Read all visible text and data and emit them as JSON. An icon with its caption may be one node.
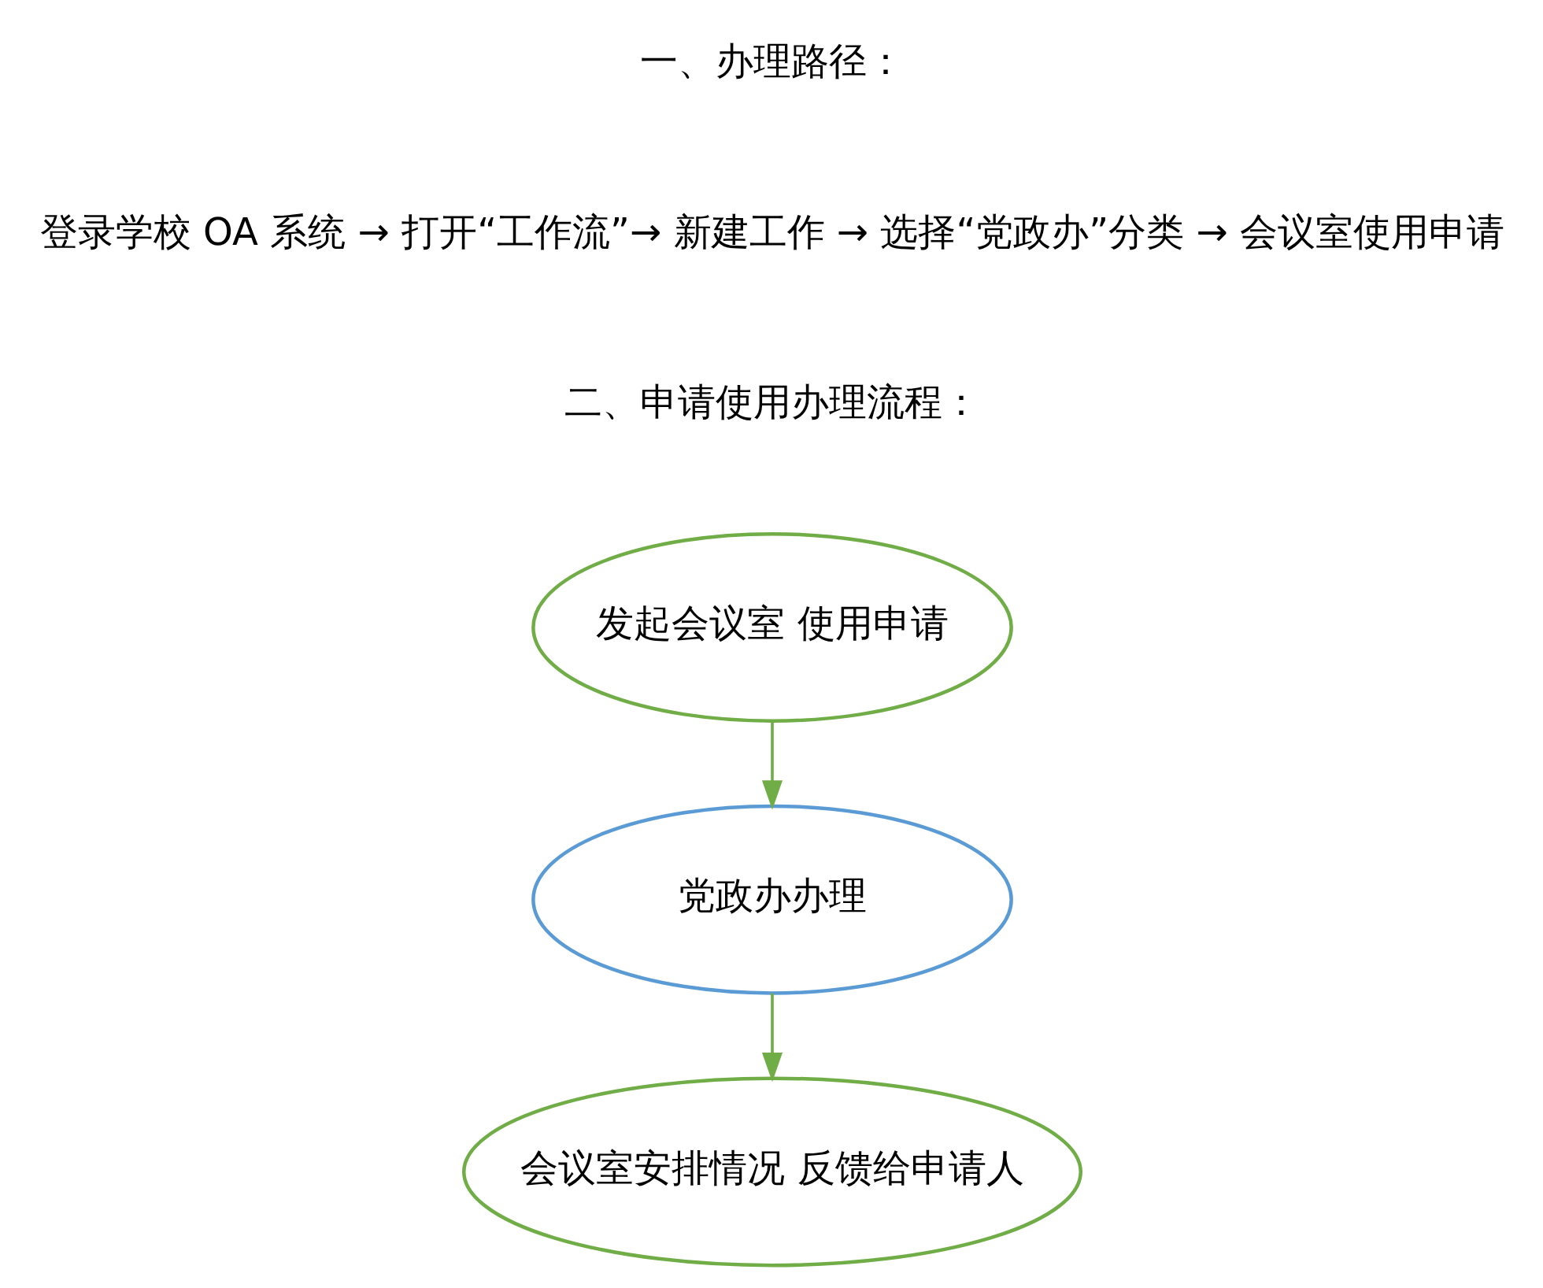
{
  "diagram": {
    "nodes": [
      {
        "text": [
          "发起会议室 使用申请"
        ]
      },
      {
        "text": [
          "党政办办理"
        ]
      },
      {
        "text": [
          "会议室安排情况 反馈给申请人"
        ]
      }
    ],
    "edges": [
      {
        "from": 0,
        "to": 1,
        "arrow": "to"
      },
      {
        "from": 1,
        "to": 2,
        "arrow": "to"
      }
    ],
    "labels": [
      "一、办理路径：",
      "登录学校 OA 系统 → 打开“工作流”→ 新建工作 → 选择“党政办”分类 → 会议室使用申请",
      "二、申请使用办理流程："
    ]
  }
}
